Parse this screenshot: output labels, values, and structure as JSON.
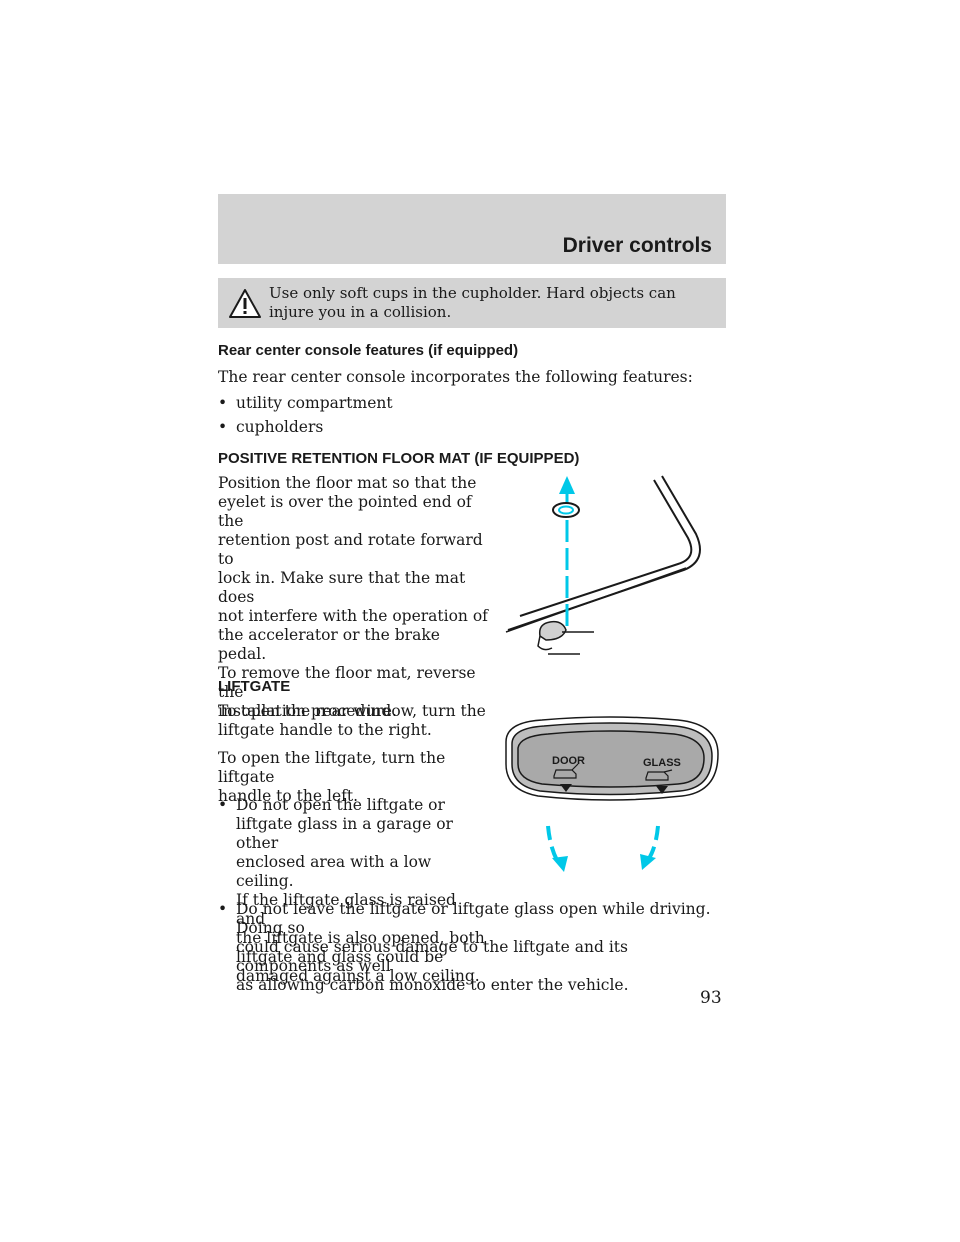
{
  "header": {
    "title": "Driver controls"
  },
  "warning": {
    "icon": "warning-triangle-icon",
    "text": "Use only soft cups in the cupholder. Hard objects can injure you in a collision."
  },
  "rear_console": {
    "heading": "Rear center console features (if equipped)",
    "intro": "The rear center console incorporates the following features:",
    "items": [
      "utility compartment",
      "cupholders"
    ]
  },
  "floor_mat": {
    "heading": "POSITIVE RETENTION FLOOR MAT (IF EQUIPPED)",
    "paragraph": [
      "Position the floor mat so that the",
      "eyelet is over the pointed end of the",
      "retention post and rotate forward to",
      "lock in. Make sure that the mat does",
      "not interfere with the operation of",
      "the accelerator or the brake pedal.",
      "To remove the floor mat, reverse the",
      "installation procedure."
    ],
    "diagram_icon": "floor-mat-retention-diagram",
    "accent_color": "#00c8e8"
  },
  "liftgate": {
    "heading": "LIFTGATE",
    "para1": [
      "To open the rear window, turn the",
      "liftgate handle to the right."
    ],
    "para2": [
      "To open the liftgate, turn the liftgate",
      "handle to the left."
    ],
    "bullet1": [
      "Do not open the liftgate or",
      "liftgate glass in a garage or other",
      "enclosed area with a low ceiling.",
      "If the liftgate glass is raised and",
      "the liftgate is also opened, both",
      "liftgate and glass could be",
      "damaged against a low ceiling."
    ],
    "bullet2": [
      "Do not leave the liftgate or liftgate glass open while driving. Doing so",
      "could cause serious damage to the liftgate and its components as well",
      "as allowing carbon monoxide to enter the vehicle."
    ],
    "handle": {
      "door_label": "DOOR",
      "glass_label": "GLASS"
    },
    "accent_color": "#00c8e8"
  },
  "bullet_char": "•",
  "page_number": "93"
}
